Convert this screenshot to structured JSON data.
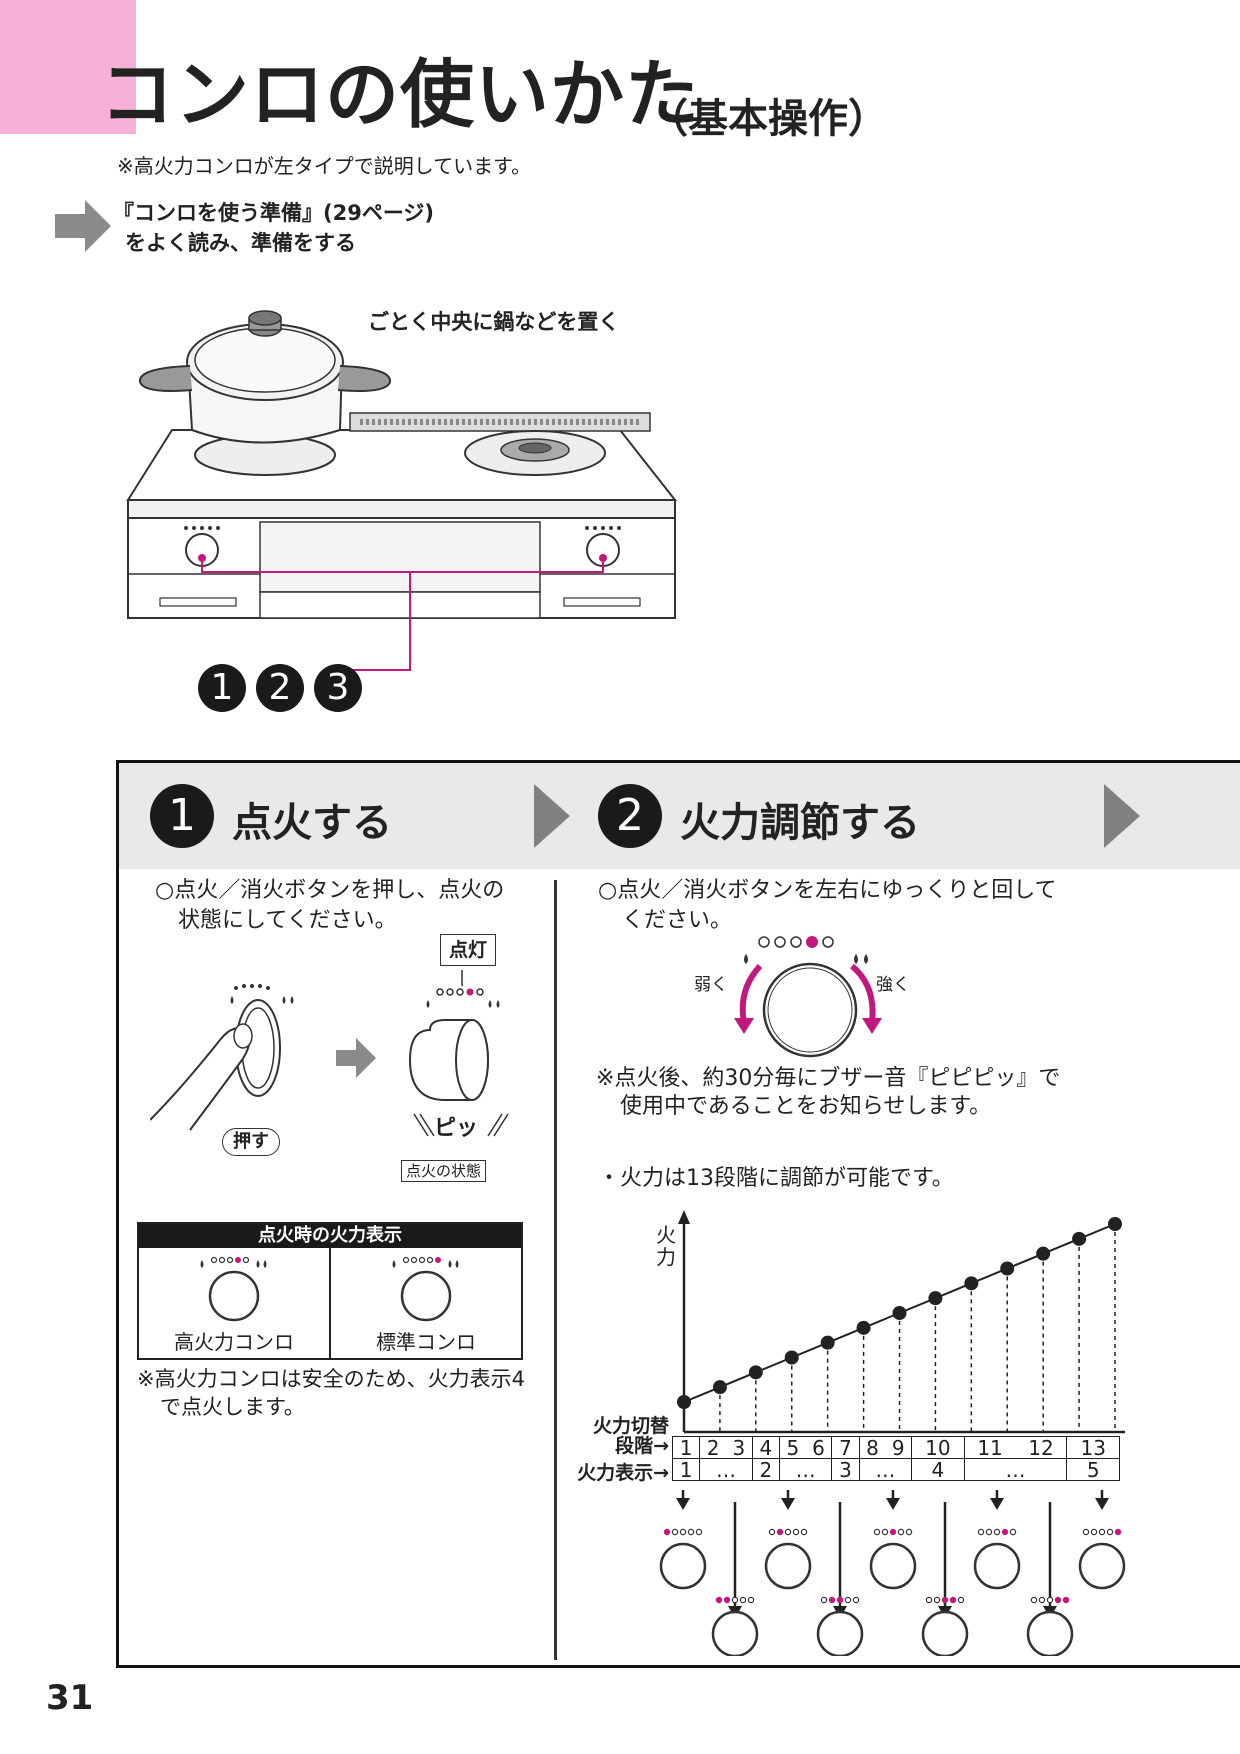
{
  "page": {
    "title": "コンロの使いかた",
    "title_sub": "（基本操作）",
    "note": "※高火力コンロが左タイプで説明しています。",
    "prep_line1": "『コンロを使う準備』(29ページ)",
    "prep_line2": "をよく読み、準備をする",
    "pot_label": "ごとく中央に鍋などを置く",
    "step_numbers": [
      "1",
      "2",
      "3"
    ],
    "page_number": "31"
  },
  "step1": {
    "number": "1",
    "heading": "点火する",
    "text_line1": "○点火／消火ボタンを押し、点火の",
    "text_line2": "状態にしてください。",
    "lit_label": "点灯",
    "push_label": "押す",
    "beep_label": "ピッ",
    "state_label": "点火の状態",
    "table_title": "点火時の火力表示",
    "table_left": "高火力コンロ",
    "table_right": "標準コンロ",
    "table_note_line1": "※高火力コンロは安全のため、火力表示4",
    "table_note_line2": "で点火します。"
  },
  "step2": {
    "number": "2",
    "heading": "火力調節する",
    "text_line1": "○点火／消火ボタンを左右にゆっくりと回して",
    "text_line2": "ください。",
    "weak_label": "弱く",
    "strong_label": "強く",
    "note_line1": "※点火後、約30分毎にブザー音『ピピピッ』で",
    "note_line2": "使用中であることをお知らせします。",
    "levels_note": "・火力は13段階に調節が可能です。",
    "y_axis_label": "火力",
    "row1_label_line1": "火力切替",
    "row1_label_line2": "段階→",
    "row2_label": "火力表示→",
    "stages": [
      "1",
      "2",
      "3",
      "4",
      "5",
      "6",
      "7",
      "8",
      "9",
      "10",
      "11",
      "12",
      "13"
    ],
    "display_cells": [
      "1",
      "…",
      "2",
      "…",
      "3",
      "…",
      "4",
      "…",
      "5"
    ]
  },
  "colors": {
    "accent_pink": "#f6b2d6",
    "magenta": "#c2187e",
    "dark": "#1a1a1a",
    "head_bg": "#e9e9e9"
  }
}
